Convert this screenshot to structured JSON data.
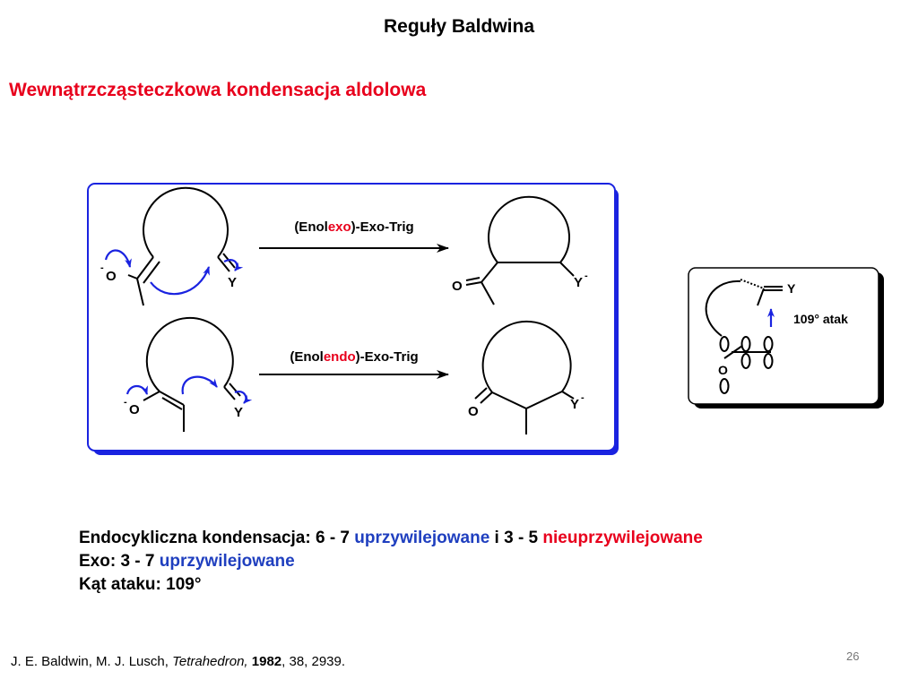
{
  "title": "Reguły Baldwina",
  "subtitle": "Wewnątrzcząsteczkowa kondensacja aldolowa",
  "scheme": {
    "reaction1": {
      "label_prefix": "(Enol",
      "label_highlight": "exo",
      "label_suffix": ")-Exo-Trig"
    },
    "reaction2": {
      "label_prefix": "(Enol",
      "label_highlight": "endo",
      "label_suffix": ")-Exo-Trig"
    },
    "atoms": {
      "oxygen": "O",
      "y": "Y",
      "minus": "-"
    },
    "inset": {
      "attack_label": "109° atak"
    },
    "colors": {
      "frame": "#1a23e0",
      "arrow": "#1a23e0",
      "highlight": "#e8001c"
    }
  },
  "notes": {
    "line1_prefix": "Endocykliczna kondensacja: 6 - 7 ",
    "line1_blue": "uprzywilejowane",
    "line1_mid": " i 3 - 5 ",
    "line1_red": "nieuprzywilejowane",
    "line2_prefix": "Exo: 3 - 7 ",
    "line2_blue": "uprzywilejowane",
    "line3": "Kąt ataku: 109°"
  },
  "citation": {
    "authors": "J. E. Baldwin, M. J. Lusch, ",
    "journal": "Tetrahedron,",
    "year": "1982",
    "details": ", 38, 2939."
  },
  "page_number": "26"
}
